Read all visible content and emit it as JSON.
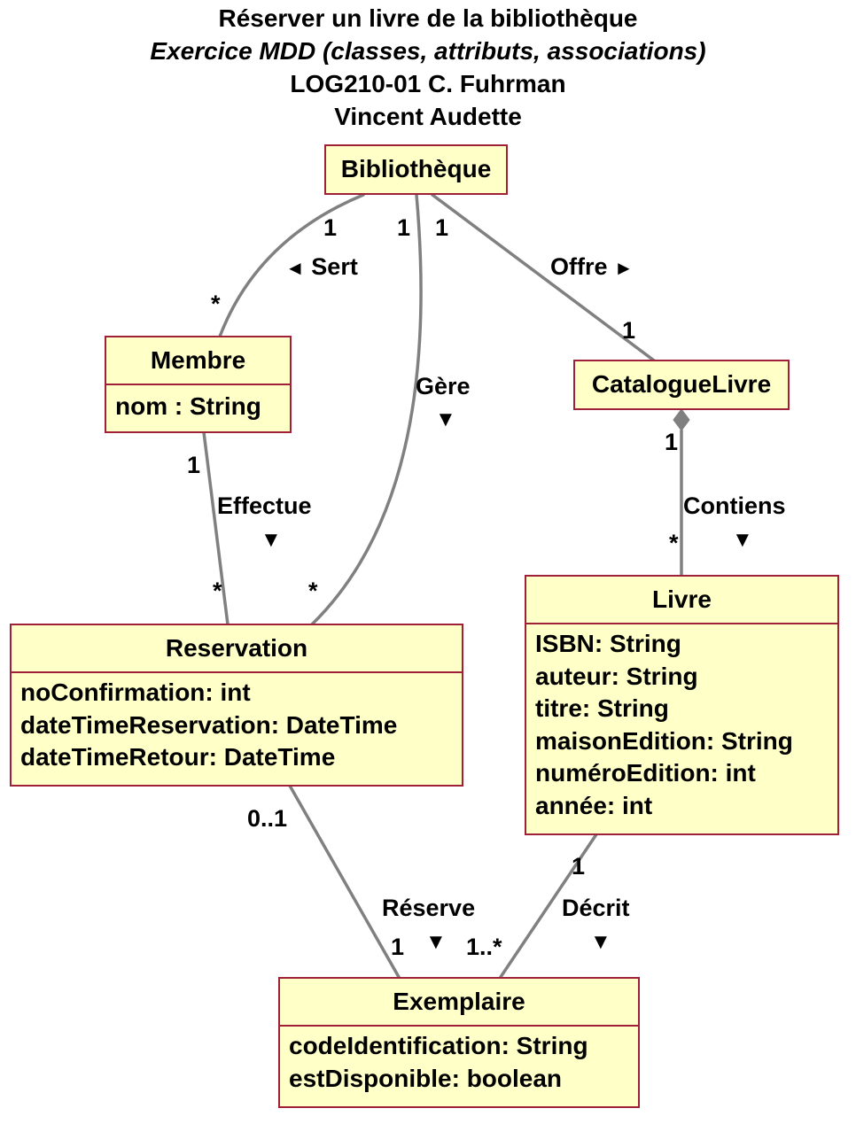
{
  "header": {
    "line1": "Réserver un livre de la bibliothèque",
    "line2": "Exercice MDD (classes, attributs, associations)",
    "line3": "LOG210-01 C. Fuhrman",
    "line4": "Vincent Audette"
  },
  "colors": {
    "box_fill": "#ffffc8",
    "box_border": "#a0203a",
    "line": "#808080"
  },
  "classes": {
    "bibliotheque": {
      "name": "Bibliothèque",
      "attributes": []
    },
    "membre": {
      "name": "Membre",
      "attributes": [
        "nom : String"
      ]
    },
    "catalogue": {
      "name": "CatalogueLivre",
      "attributes": []
    },
    "reservation": {
      "name": "Reservation",
      "attributes": [
        "noConfirmation: int",
        "dateTimeReservation: DateTime",
        "dateTimeRetour: DateTime"
      ]
    },
    "livre": {
      "name": "Livre",
      "attributes": [
        "ISBN: String",
        "auteur: String",
        "titre: String",
        "maisonEdition: String",
        "numéroEdition: int",
        "année: int"
      ]
    },
    "exemplaire": {
      "name": "Exemplaire",
      "attributes": [
        "codeIdentification: String",
        "estDisponible: boolean"
      ]
    }
  },
  "associations": {
    "sert": {
      "label": "Sert",
      "arrow": "◄",
      "mult_from": "1",
      "mult_to": "*"
    },
    "gere": {
      "label": "Gère",
      "arrow": "▼",
      "mult_from": "1",
      "mult_to": "*"
    },
    "offre": {
      "label": "Offre",
      "arrow": "►",
      "mult_from": "1",
      "mult_to": "1"
    },
    "effectue": {
      "label": "Effectue",
      "arrow": "▼",
      "mult_from": "1",
      "mult_to": "*"
    },
    "contiens": {
      "label": "Contiens",
      "arrow": "▼",
      "mult_from": "1",
      "mult_to": "*"
    },
    "reserve": {
      "label": "Réserve",
      "arrow": "▼",
      "mult_from": "0..1",
      "mult_to": "1"
    },
    "decrit": {
      "label": "Décrit",
      "arrow": "▼",
      "mult_from": "1",
      "mult_to": "1..*"
    }
  }
}
